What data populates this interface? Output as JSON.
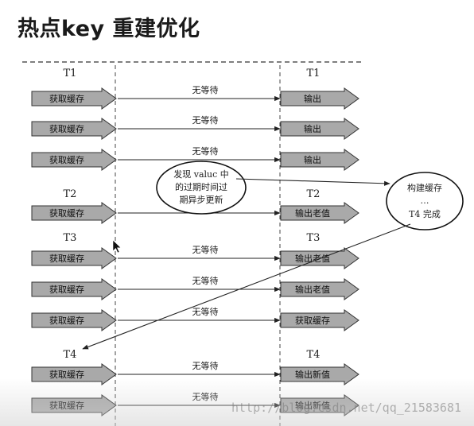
{
  "title": "热点key 重建优化",
  "watermark": "http://blog.csdn.net/qq_21583681",
  "diagram": {
    "left_box_label": "获取缓存",
    "no_wait_label": "无等待",
    "groups": [
      {
        "label": "T1",
        "rows": [
          {
            "right": "输出",
            "no_wait": true
          },
          {
            "right": "输出",
            "no_wait": true
          },
          {
            "right": "输出",
            "no_wait": true
          }
        ]
      },
      {
        "label": "T2",
        "rows": [
          {
            "right": "输出老值",
            "no_wait": false
          }
        ]
      },
      {
        "label": "T3",
        "rows": [
          {
            "right": "输出老值",
            "no_wait": true
          },
          {
            "right": "输出老值",
            "no_wait": true
          },
          {
            "right": "获取缓存",
            "no_wait": true
          }
        ]
      },
      {
        "label": "T4",
        "rows": [
          {
            "right": "输出新值",
            "no_wait": true
          },
          {
            "right": "输出新值",
            "no_wait": true
          }
        ]
      }
    ],
    "note_lines": [
      "发现 valuc 中",
      "的过期时间过",
      "期异步更新"
    ],
    "rebuild_lines": [
      "构建缓存",
      "…",
      "T4 完成"
    ]
  }
}
